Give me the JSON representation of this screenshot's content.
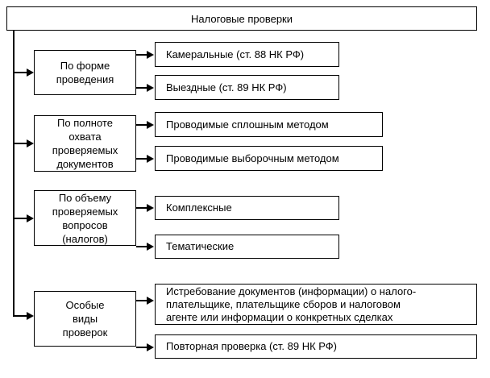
{
  "diagram": {
    "title": "Налоговые проверки",
    "root": {
      "label": "Налоговые проверки"
    },
    "branches": [
      {
        "id": "branch-form",
        "label": "По форме\nпроведения",
        "children": [
          {
            "id": "kameralnye",
            "label": "Камеральные (ст. 88 НК РФ)"
          },
          {
            "id": "vyezdnye",
            "label": "Выездные (ст. 89 НК РФ)"
          }
        ]
      },
      {
        "id": "branch-completeness",
        "label": "По полноте\nохвата\nпроверяемых\nдокументов",
        "children": [
          {
            "id": "sploshnoy",
            "label": "Проводимые сплошным методом"
          },
          {
            "id": "vyborochnyy",
            "label": "Проводимые выборочным методом"
          }
        ]
      },
      {
        "id": "branch-scope",
        "label": "По объему\nпроверяемых\nвопросов\n(налогов)",
        "children": [
          {
            "id": "kompleksnye",
            "label": "Комплексные"
          },
          {
            "id": "tematicheskie",
            "label": "Тематические"
          }
        ]
      },
      {
        "id": "branch-special",
        "label": "Особые\nвиды\nпроверок",
        "children": [
          {
            "id": "istrebovanie",
            "label": "Истребование документов (информации) о налого-\nплательщике, плательщике сборов и налоговом\nагенте или информации о конкретных сделках"
          },
          {
            "id": "povtornaya",
            "label": "Повторная проверка (ст. 89 НК РФ)"
          }
        ]
      }
    ],
    "colors": {
      "stroke": "#000000",
      "background": "#ffffff",
      "text": "#000000"
    }
  }
}
